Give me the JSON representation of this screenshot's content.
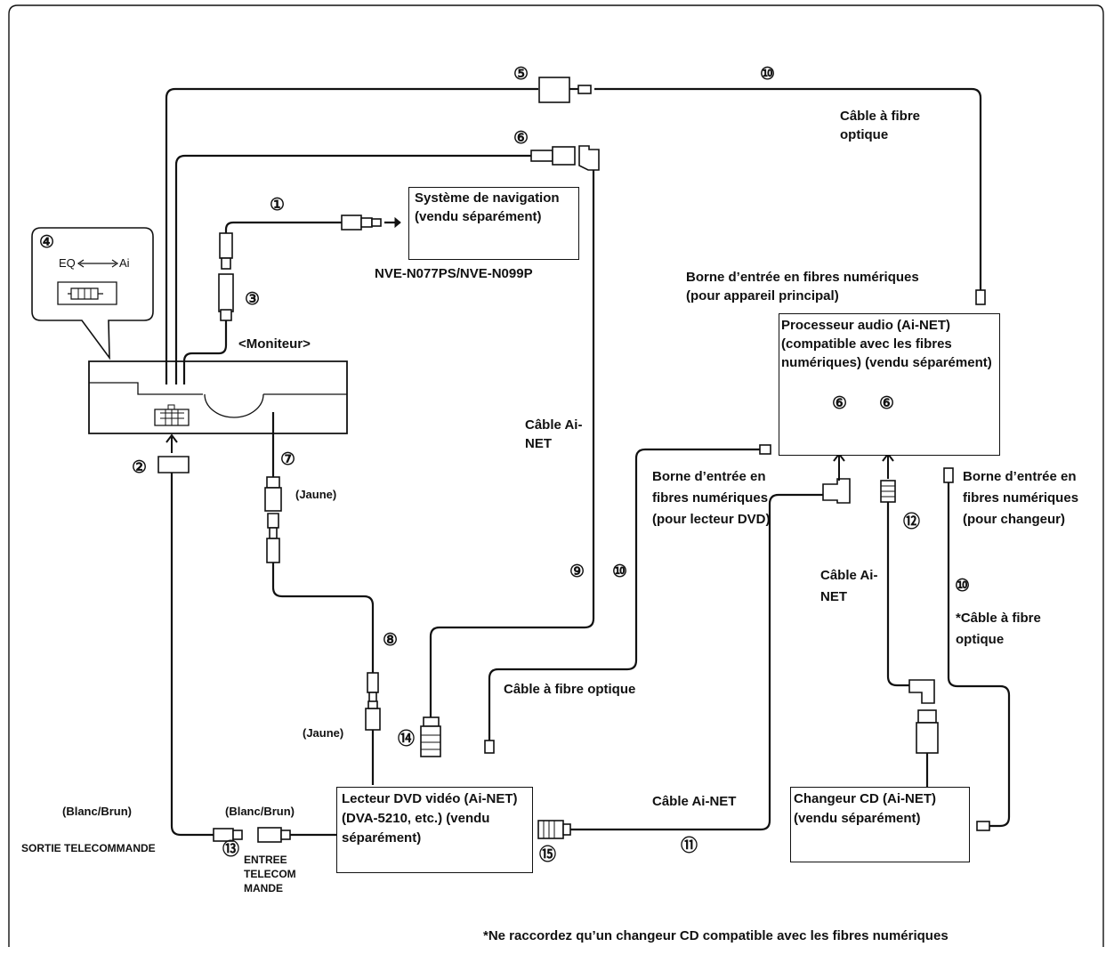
{
  "labels": {
    "nav_system": "Système de navigation (vendu séparément)",
    "nav_models": "NVE-N077PS/NVE-N099P",
    "monitor": "<Moniteur>",
    "callout_eq": "EQ",
    "callout_ai": "Ai",
    "fiber_top": "Câble à fibre optique",
    "input_main": "Borne d’entrée en fibres numériques",
    "input_main_paren": "(pour appareil principal)",
    "processor": "Processeur audio (Ai-NET) (compatible avec les fibres numériques) (vendu séparément)",
    "ainet_center": "Câble Ai-NET",
    "jaune_top": "(Jaune)",
    "jaune_bottom": "(Jaune)",
    "input_dvd": "Borne d’entrée en fibres numériques (pour lecteur DVD)",
    "input_changer": "Borne d’entrée en fibres numériques (pour changeur)",
    "ainet_right": "Câble Ai-NET",
    "fiber_note": "*Câble à fibre optique",
    "fiber_middle": "Câble à fibre optique",
    "ainet_bottom": "Câble Ai-NET",
    "dvd_player": "Lecteur DVD vidéo (Ai-NET) (DVA-5210, etc.) (vendu séparément)",
    "changer": "Changeur CD (Ai-NET) (vendu séparément)",
    "blanc_left": "(Blanc/Brun)",
    "blanc_mid": "(Blanc/Brun)",
    "remote_out": "SORTIE TELECOMMANDE",
    "remote_in": "ENTREE TELECOM MANDE",
    "footnote": "*Ne raccordez qu’un changeur CD compatible avec les fibres numériques"
  },
  "numbers": [
    "①",
    "②",
    "③",
    "④",
    "⑤",
    "⑥",
    "⑦",
    "⑧",
    "⑨",
    "⑩",
    "⑪",
    "⑫",
    "⑬",
    "⑭",
    "⑮"
  ],
  "colors": {
    "line": "#111111",
    "background": "#ffffff"
  }
}
